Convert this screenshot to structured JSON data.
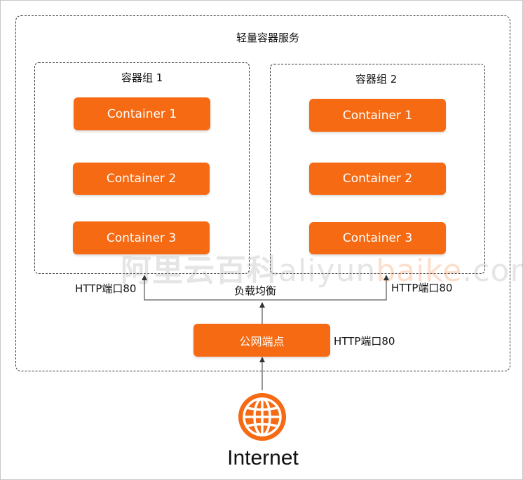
{
  "service": {
    "title": "轻量容器服务"
  },
  "groups": [
    {
      "label": "容器组 1",
      "containers": [
        "Container 1",
        "Container 2",
        "Container 3"
      ]
    },
    {
      "label": "容器组 2",
      "containers": [
        "Container 1",
        "Container 2",
        "Container 3"
      ]
    }
  ],
  "ports": {
    "left": "HTTP端口80",
    "right": "HTTP端口80",
    "endpoint": "HTTP端口80"
  },
  "load_balancer": {
    "label": "负载均衡"
  },
  "endpoint": {
    "label": "公网端点"
  },
  "internet": {
    "label": "Internet",
    "icon": "globe-icon"
  },
  "watermark": {
    "cn": "阿里云百科",
    "en_a": "aliyun",
    "en_b": "baike",
    "en_c": ".com"
  },
  "colors": {
    "accent": "#f56a13",
    "line": "#333333"
  }
}
